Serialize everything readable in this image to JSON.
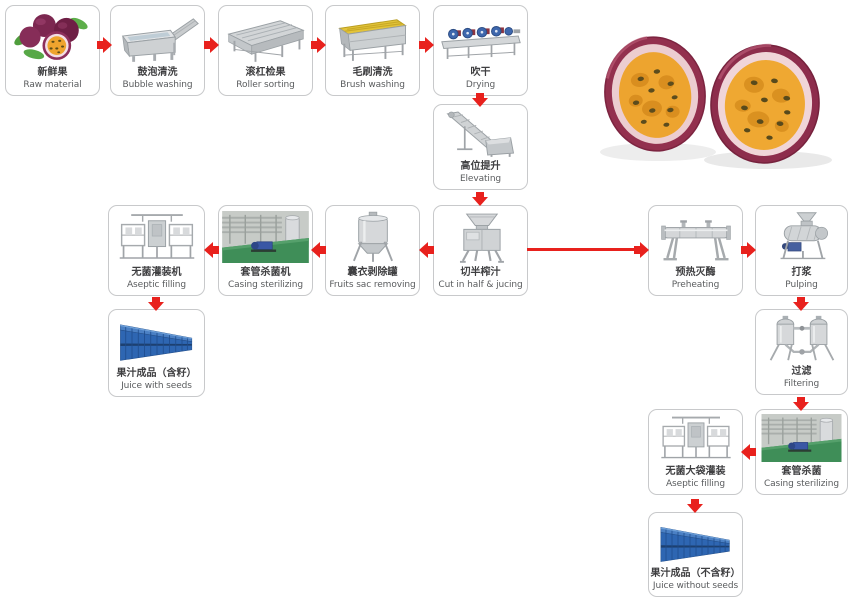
{
  "diagram": {
    "title_hint": "passion fruit juice processing line flow",
    "background": "#ffffff"
  },
  "colors": {
    "arrow_red": "#e8211d",
    "box_border": "#c8c9cb",
    "label_zh": "#3f3f41",
    "label_en": "#5a5c5e",
    "drum_blue": "#2e66b2",
    "floor_green": "#3f8e58"
  },
  "steps": [
    {
      "zh": "新鲜果",
      "en": "Raw material",
      "image": "passion-fruit-photo"
    },
    {
      "zh": "鼓泡清洗",
      "en": "Bubble washing",
      "image": "bubble-washer-machine"
    },
    {
      "zh": "滚杠检果",
      "en": "Roller sorting",
      "image": "roller-sorter-machine"
    },
    {
      "zh": "毛刷清洗",
      "en": "Brush washing",
      "image": "brush-washer-machine"
    },
    {
      "zh": "吹干",
      "en": "Drying",
      "image": "air-dryer-machine"
    },
    {
      "zh": "高位提升",
      "en": "Elevating",
      "image": "elevator-conveyor-machine"
    },
    {
      "zh": "切半榨汁",
      "en": "Cut in half & jucing",
      "image": "cutting-juicing-machine"
    },
    {
      "zh": "囊衣剥除罐",
      "en": "Fruits sac removing",
      "image": "sac-removing-tank"
    },
    {
      "zh": "套管杀菌机",
      "en": "Casing sterilizing",
      "image": "casing-sterilizer-photo"
    },
    {
      "zh": "无菌灌装机",
      "en": "Aseptic filling",
      "image": "aseptic-filler-machine"
    },
    {
      "zh": "果汁成品（含籽）",
      "en": "Juice with seeds",
      "image": "blue-drums-photo"
    },
    {
      "zh": "预热灭酶",
      "en": "Preheating",
      "image": "preheater-machine"
    },
    {
      "zh": "打浆",
      "en": "Pulping",
      "image": "pulper-machine"
    },
    {
      "zh": "过滤",
      "en": "Filtering",
      "image": "duplex-filter-machine"
    },
    {
      "zh": "套管杀菌",
      "en": "Casing sterilizing",
      "image": "casing-sterilizer-photo"
    },
    {
      "zh": "无菌大袋灌装",
      "en": "Aseptic filling",
      "image": "aseptic-filler-machine"
    },
    {
      "zh": "果汁成品（不含籽）",
      "en": "Juice without seeds",
      "image": "blue-drums-photo"
    }
  ],
  "decoration": {
    "hero_image": "passion-fruit-halves-photo"
  }
}
